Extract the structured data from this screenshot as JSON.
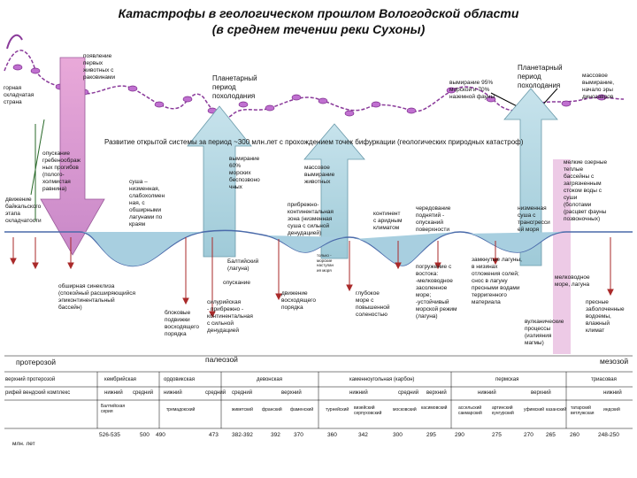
{
  "title": {
    "line1": "Катастрофы в геологическом прошлом Вологодской области",
    "line2": "(в среднем течении реки Сухоны)"
  },
  "banner": "Развитие открытой системы за период ~300 млн.лет с прохождением точек бифуркации (геологических природных катастроф)",
  "labels": {
    "folded_country": "горная\nскладчатая\nстрана",
    "first_animals": "появление\nпервых\nживотных с\nраковинами",
    "planetary_cooling_1": "Планетарный\nпериод\nпохолодания",
    "extinction_95": "вымирание 95%\nморской и 70%\nназемной фауны",
    "planetary_cooling_2": "Планетарный\nпериод\nпохолодания",
    "dino_extinction": "массовое\nвымирание,\nначало эры\nдинозавров",
    "subsidence_grabens": "опускание\nгребеноображ\nных прогибов\n(полого-\nхолмистая\nравнина)",
    "baikal_movement": "движение\nбайкальского\nэтапа\nскладчатости",
    "land_lowland": "суша –\nнизменная,\nслабохолмен\nная, с\nобширными\nлагунами по\nкраям",
    "extinction_60": "вымирание\n60%\nморских\nбеспозвоно\nчных",
    "mass_extinction": "массовое\nвымирание\nживотных",
    "coastal_continental": "прибрежно-\nконтинентальная\nзона (низменная\nсуша с сильной\nденудацией)",
    "continent_arid": "континент\nс аридным\nклиматом",
    "alternation_floods": "чередование\nподнятий -\nопусканий\nповерхности",
    "lowland_land_transgression": "низменная\nсуша с\nтрансгресси\nей моря",
    "lake_basins": "мелкие озерные\nтеплые\nбассейны с\nзагрязненным\nстоком воды с\nсуши\n(болотами\n(расцвет фауны\nпозвоночных)",
    "baltic_lagoon": "Балтийский\n(лагуна)",
    "subsidence": "опускание",
    "only_sea": "только -\nморские\nнаступан\nия моря",
    "syneclise": "обширная синеклиза\n(спокойный расширяющийся\nэпиконтинентальный\nбассейн)",
    "silurian": "силурийская\n- прибрежно -\nконтинентальная\nс сильной\nденудацией",
    "block_movements": "блоковые\nподвижки\nвосходящего\nпорядка",
    "ascending_movement": "движение\nвосходящего\nпорядка",
    "deep_sea": "глубокое\nморе с\nповышенной\nсоленостью",
    "subsidence_east": "погружение с\nвостока:\n-мелководное\nзасоленное\nморе;\n-устойчивый\nморской режим\n(лагуна)",
    "closed_lagoons": "замкнутые лагуны,\nв низинах\nотложения солей;\nснос в лагуну\nпресными водами\nтерригенного\nматериала",
    "shallow_sea": "мелководное\nморе, лагуна",
    "volcanic": "вулканические\nпроцессы\n(излияния\nмагмы)",
    "freshwater": "пресные\nзаболоченные\nводоемы,\nвлажный\nклимат"
  },
  "eras": {
    "proterozoic": "протерозой",
    "paleozoic": "палеозой",
    "mesozoic": "мезозой"
  },
  "periods": [
    "верхний протерозой",
    "кембрийская",
    "ордовикская",
    "девонская",
    "каменноугольная (карбон)",
    "пермская",
    "триасовая"
  ],
  "riphean": "рифей",
  "vendian": "вендский комплекс",
  "epochs": [
    "нижний",
    "средний",
    "нижний",
    "средний",
    "средний",
    "верхний",
    "нижний",
    "средний",
    "верхний",
    "нижний",
    "верхний",
    "нижний"
  ],
  "stages": [
    "Балтийская\nсерия",
    "тремадокский",
    "живетский",
    "франский",
    "фаменский",
    "турнейский",
    "визейский\nсерпуховский",
    "московский",
    "касимовский",
    "ассельский\nсакмарский",
    "артинский\nкунгурский",
    "уфимский",
    "казанский",
    "татарский\nветлужская",
    "индский"
  ],
  "ages": [
    "526-535",
    "500",
    "490",
    "473",
    "382-392",
    "392",
    "370",
    "360",
    "342",
    "300",
    "295",
    "290",
    "275",
    "270",
    "265",
    "260",
    "248-250"
  ],
  "units": "млн. лет"
}
